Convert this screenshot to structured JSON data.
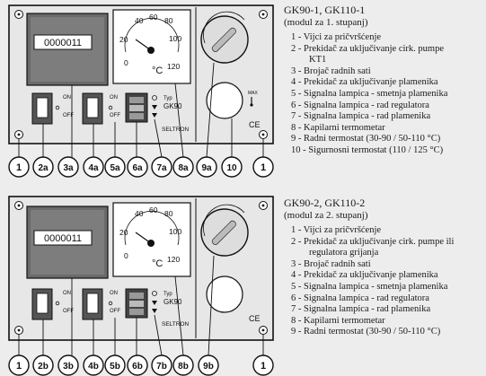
{
  "module1": {
    "title": "GK90-1, GK110-1",
    "subtitle": "(modul za 1. stupanj)",
    "items": [
      "1 - Vijci za pričvršćenje",
      "2 - Prekidač za uključivanje cirk. pumpe",
      "KT1",
      "3 - Brojač radnih sati",
      "4 - Prekidač za uključivanje plamenika",
      "5 - Signalna lampica - smetnja plamenika",
      "6 - Signalna lampica - rad regulatora",
      "7 - Signalna lampica - rad plamenika",
      "8 - Kapilarni termometar",
      "9 - Radni termostat (30-90 / 50-110 °C)",
      "10 - Sigurnosni termostat (110 / 125 °C)"
    ],
    "callouts": [
      "1",
      "2a",
      "3a",
      "4a",
      "5a",
      "6a",
      "7a",
      "8a",
      "9a",
      "10",
      "1"
    ],
    "counter": "0000011",
    "thermometer": {
      "ticks": [
        "40",
        "60",
        "80",
        "20",
        "100",
        "0",
        "120"
      ],
      "unit": "°C"
    },
    "switch_labels": [
      "ON",
      "OFF"
    ],
    "brand_type": "Typ",
    "brand_model": "GK90",
    "brand_name": "SELTRON",
    "max_label": "MAX",
    "ce": "CE"
  },
  "module2": {
    "title": "GK90-2, GK110-2",
    "subtitle": "(modul za 2. stupanj)",
    "items": [
      "1 - Vijci za pričvršćenje",
      "2 - Prekidač za uključivanje cirk. pumpe ili",
      "regulatora grijanja",
      "3 - Brojač radnih sati",
      "4 - Prekidač za uključivanje plamenika",
      "5 - Signalna lampica - smetnja plamenika",
      "6 - Signalna lampica - rad regulatora",
      "7 - Signalna lampica - rad plamenika",
      "8 - Kapilarni termometar",
      "9 - Radni termostat (30-90 / 50-110 °C)"
    ],
    "callouts": [
      "1",
      "2b",
      "3b",
      "4b",
      "5b",
      "6b",
      "7b",
      "8b",
      "9b",
      "1"
    ],
    "counter": "0000011",
    "thermometer": {
      "ticks": [
        "40",
        "60",
        "80",
        "20",
        "100",
        "0",
        "120"
      ],
      "unit": "°C"
    },
    "switch_labels": [
      "ON",
      "OFF"
    ],
    "brand_type": "Typ",
    "brand_model": "GK90",
    "brand_name": "SELTRON",
    "ce": "CE"
  }
}
